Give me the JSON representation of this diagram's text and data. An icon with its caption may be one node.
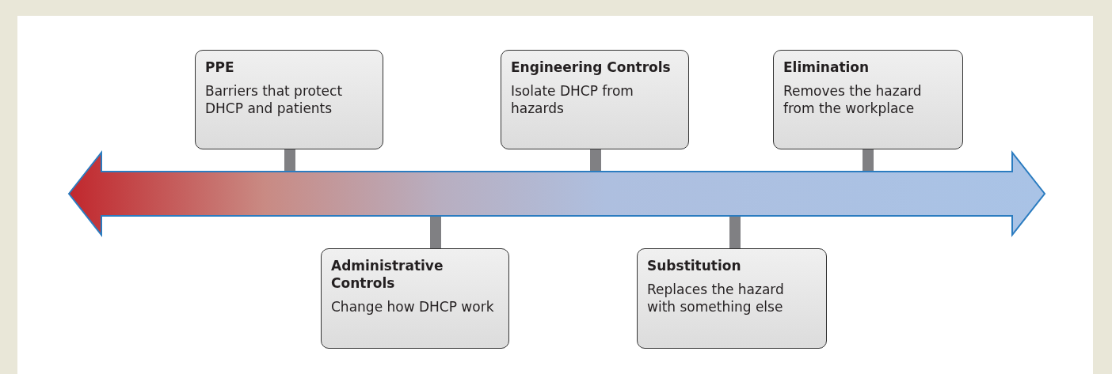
{
  "diagram": {
    "nodes": [
      {
        "text": [
          "PPE",
          "Barriers that protect DHCP and patients"
        ]
      },
      {
        "text": [
          "Engineering Controls",
          "Isolate DHCP from hazards"
        ]
      },
      {
        "text": [
          "Elimination",
          "Removes the hazard from the workplace"
        ]
      },
      {
        "text": [],
        "shape": "arrow"
      },
      {
        "text": [
          "Administrative Controls",
          "Change how DHCP work"
        ]
      },
      {
        "text": [
          "Substitution",
          "Replaces the hazard with something else"
        ]
      }
    ],
    "edges": [
      {
        "from": 0,
        "to": 3,
        "arrow": "none"
      },
      {
        "from": 1,
        "to": 3,
        "arrow": "none"
      },
      {
        "from": 2,
        "to": 3,
        "arrow": "none"
      },
      {
        "from": 4,
        "to": 3,
        "arrow": "none"
      },
      {
        "from": 5,
        "to": 3,
        "arrow": "none"
      }
    ]
  }
}
